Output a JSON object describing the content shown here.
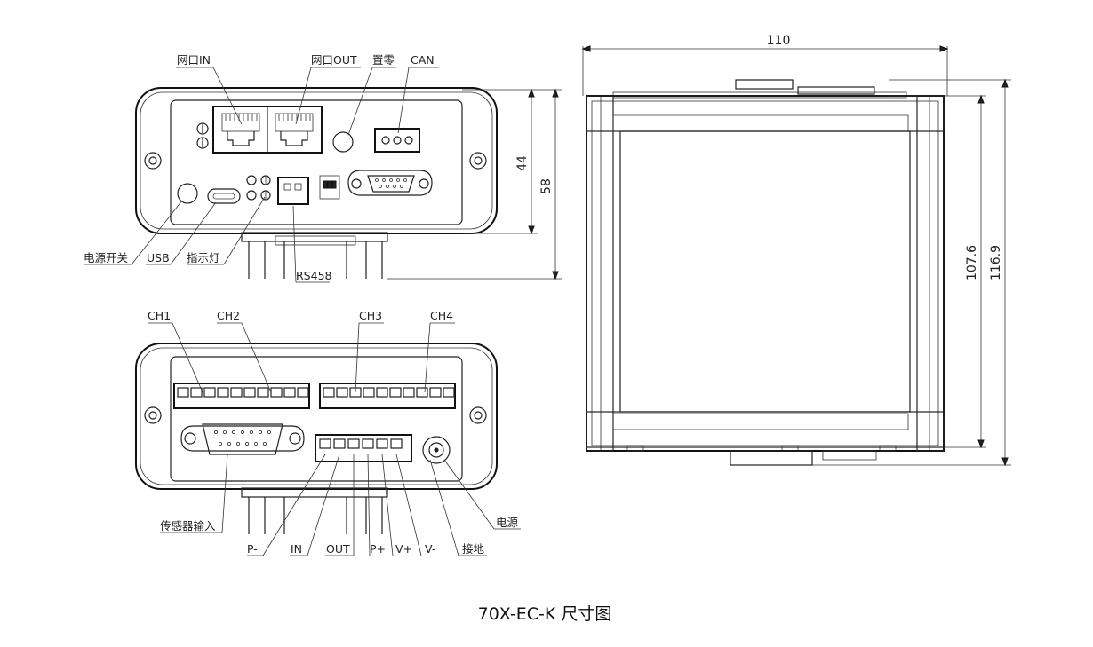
{
  "front_view": {
    "labels": {
      "port_in": "网口IN",
      "port_out": "网口OUT",
      "zero": "置零",
      "can": "CAN",
      "power_switch": "电源开关",
      "usb": "USB",
      "indicator": "指示灯",
      "rs458": "RS458"
    },
    "dims": {
      "height_inner": "44",
      "height_outer": "58"
    }
  },
  "rear_view": {
    "labels": {
      "ch1": "CH1",
      "ch2": "CH2",
      "ch3": "CH3",
      "ch4": "CH4",
      "sensor_input": "传感器输入",
      "p_minus": "P-",
      "in": "IN",
      "out": "OUT",
      "p_plus": "P+",
      "v_plus": "V+",
      "v_minus": "V-",
      "ground": "接地",
      "power": "电源"
    }
  },
  "side_view": {
    "dims": {
      "width": "110",
      "height_inner": "107.6",
      "height_outer": "116.9"
    }
  },
  "caption": "70X-EC-K 尺寸图"
}
